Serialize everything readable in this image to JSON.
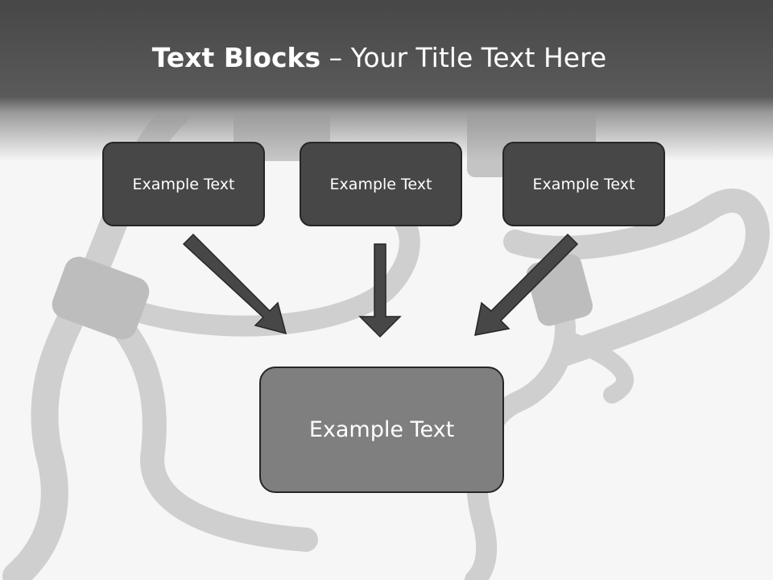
{
  "header": {
    "title_bold": "Text Blocks",
    "title_rest": " – Your Title Text Here",
    "bg_color": "#474747"
  },
  "diagram": {
    "top_boxes": [
      {
        "label": "Example Text"
      },
      {
        "label": "Example Text"
      },
      {
        "label": "Example Text"
      }
    ],
    "bottom_box": {
      "label": "Example Text"
    },
    "colors": {
      "top_box": "#474747",
      "bottom_box": "#7f7f7f",
      "arrow": "#474747",
      "outline": "#262626"
    },
    "background_image": "ribbon-knots-illustration"
  }
}
